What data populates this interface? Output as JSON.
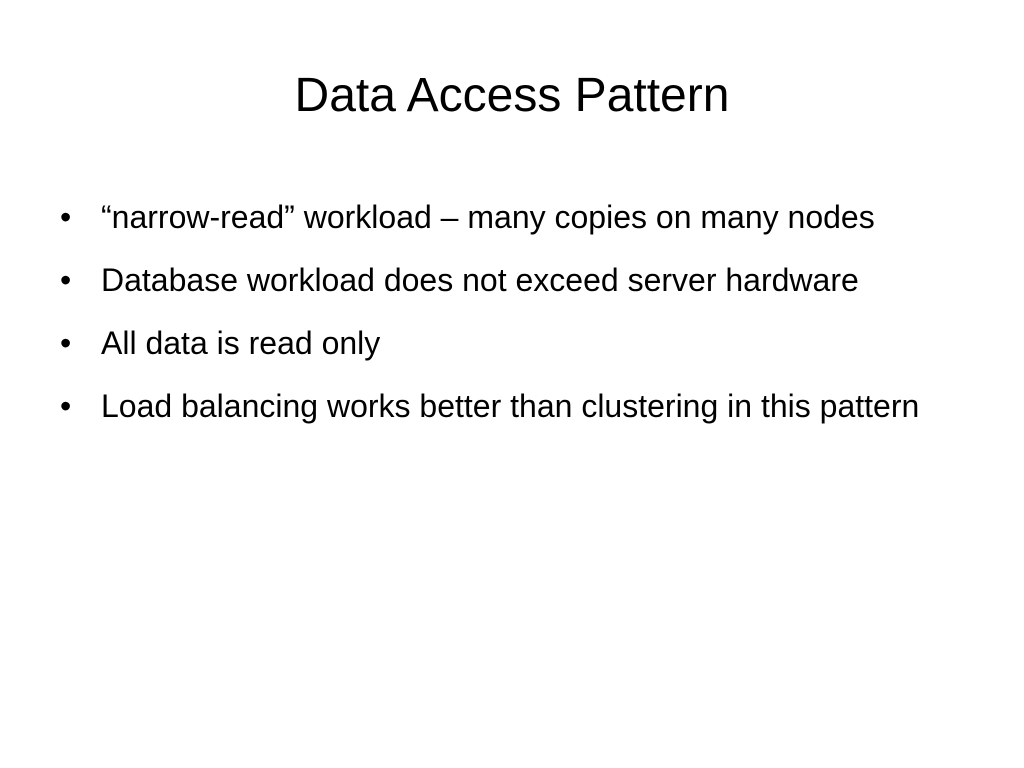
{
  "slide": {
    "title": "Data Access Pattern",
    "bullet_glyph": "•",
    "bullets": [
      "“narrow-read” workload – many copies on many nodes",
      "Database workload does not exceed server hardware",
      "All data is read only",
      "Load balancing works better than clustering in this pattern"
    ]
  }
}
